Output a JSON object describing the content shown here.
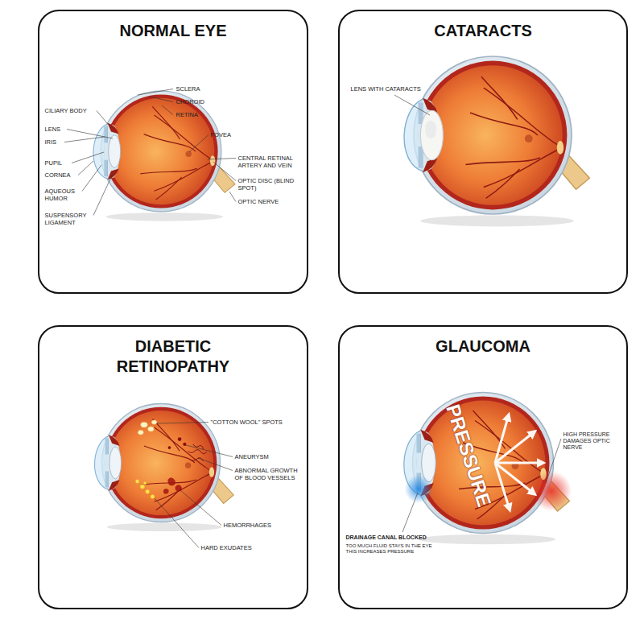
{
  "diagram": {
    "nodes": [
      {
        "text": [
          "NORMAL EYE"
        ]
      },
      {
        "text": [
          "CATARACTS"
        ]
      },
      {
        "text": [
          "DIABETIC RETINOPATHY"
        ]
      },
      {
        "text": [
          "GLAUCOMA"
        ]
      }
    ],
    "labels": [
      "SCLERA",
      "CHOROID",
      "RETINA",
      "CILIARY BODY",
      "LENS",
      "IRIS",
      "PUPIL",
      "CORNEA",
      "AQUEOUS HUMOR",
      "SUSPENSORY LIGAMENT",
      "FOVEA",
      "CENTRAL RETINAL ARTERY AND VEIN",
      "OPTIC DISC (BLIND SPOT)",
      "OPTIC NERVE",
      "LENS WITH CATARACTS",
      "\"COTTON WOOL\" SPOTS",
      "ANEURYSM",
      "ABNORMAL GROWTH OF BLOOD VESSELS",
      "HEMORRHAGES",
      "HARD EXUDATES",
      "PRESSURE",
      "HIGH PRESSURE DAMAGES OPTIC NERVE",
      "DRAINAGE CANAL BLOCKED",
      "TOO MUCH FLUID STAYS IN THE EYE THIS INCREASES PRESSURE"
    ]
  }
}
